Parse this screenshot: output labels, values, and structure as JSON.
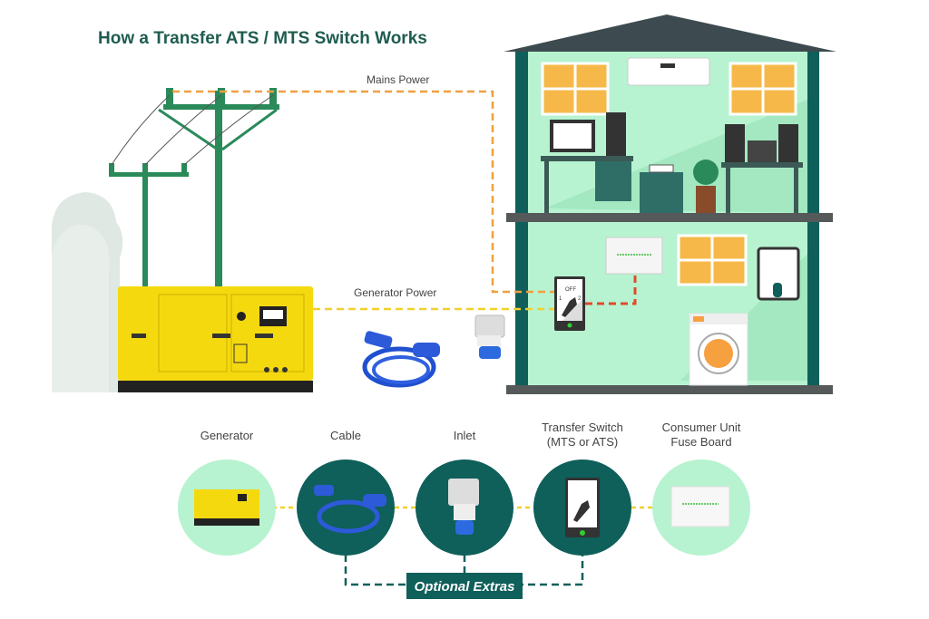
{
  "title": "How a Transfer ATS / MTS Switch Works",
  "lines": {
    "mains": "Mains Power",
    "generator": "Generator Power"
  },
  "switch": {
    "off": "OFF",
    "pos1": "1",
    "pos2": "2"
  },
  "components": [
    {
      "label": "Generator",
      "style": "light"
    },
    {
      "label": "Cable",
      "style": "dark"
    },
    {
      "label": "Inlet",
      "style": "dark"
    },
    {
      "label": "Transfer Switch",
      "label2": "(MTS or ATS)",
      "style": "dark"
    },
    {
      "label": "Consumer Unit",
      "label2": "Fuse Board",
      "style": "light"
    }
  ],
  "optional": "Optional Extras",
  "colors": {
    "title": "#1f5c4f",
    "teal": "#0f5f5a",
    "mint": "#b7f3d0",
    "mains_line": "#f0a040",
    "generator_line": "#f2d02a",
    "house_line": "#e04a2a",
    "generator_body": "#f5d90f",
    "pole": "#2a8a5a"
  }
}
